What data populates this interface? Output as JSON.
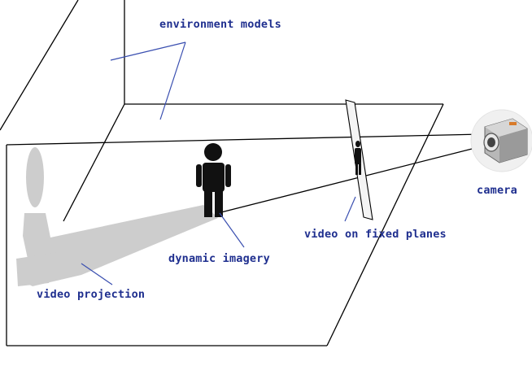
{
  "labels": {
    "environment_models": "environment models",
    "camera": "camera",
    "video_on_fixed_planes": "video on fixed planes",
    "dynamic_imagery": "dynamic imagery",
    "video_projection": "video projection"
  },
  "colors": {
    "label_text": "#1f2f8f",
    "leader_lines": "#3a4fb0",
    "edges": "#000000",
    "shadow_projection": "#c8c8c8",
    "person": "#111111"
  },
  "icons": {
    "camera": "camera-icon",
    "person": "person-icon"
  }
}
